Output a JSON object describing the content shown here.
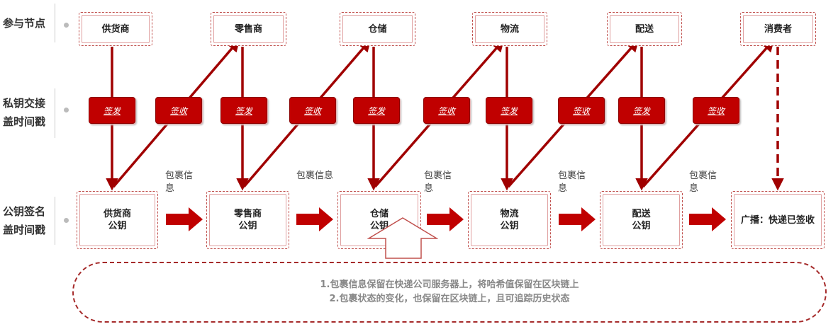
{
  "rows": {
    "participants": "参与节点",
    "private_key": "私钥交接\n盖时间戳",
    "public_key": "公钥签名\n盖时间戳"
  },
  "top_nodes": [
    "供货商",
    "零售商",
    "仓储",
    "物流",
    "配送",
    "消费者"
  ],
  "badges": [
    "签发",
    "签收",
    "签发",
    "签收",
    "签发",
    "签收",
    "签发",
    "签收",
    "签发",
    "签收"
  ],
  "bottom_nodes": [
    "供货商\n公钥",
    "零售商\n公钥",
    "仓储\n公钥",
    "物流\n公钥",
    "配送\n公钥",
    "广播：快递已签收"
  ],
  "package_labels": [
    "包裹信\n息",
    "包裹信息",
    "包裹信\n息",
    "包裹信息",
    "包裹信\n息"
  ],
  "notes": [
    "1.包裹信息保留在快递公司服务器上，将哈希值保留在区块链上",
    "2.包裹状态的变化，也保留在区块链上，且可追踪历史状态"
  ],
  "colors": {
    "accent": "#c00000",
    "outline": "#c0504d"
  }
}
